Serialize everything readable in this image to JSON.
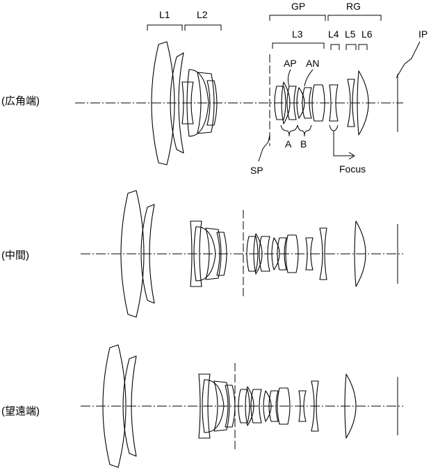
{
  "labels": {
    "L1": "L1",
    "L2": "L2",
    "GP": "GP",
    "RG": "RG",
    "L3": "L3",
    "L4": "L4",
    "L5": "L5",
    "L6": "L6",
    "IP": "IP",
    "AP": "AP",
    "AN": "AN",
    "A": "A",
    "B": "B",
    "SP": "SP",
    "focus": "Focus"
  },
  "positions": {
    "wide": "(広角端)",
    "middle": "(中間)",
    "tele": "(望遠端)"
  }
}
